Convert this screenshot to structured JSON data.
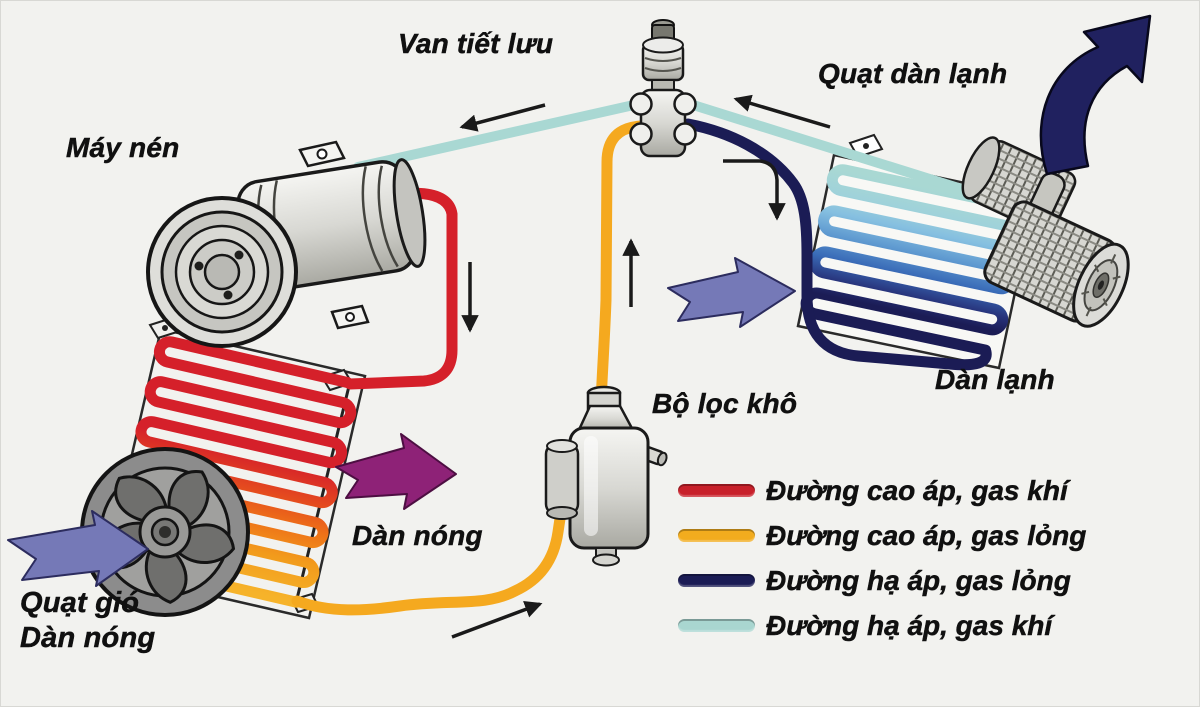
{
  "colors": {
    "bg": "#f2f2ef",
    "ink": "#111111",
    "pipe_high_gas": "#d5202a",
    "pipe_high_liquid": "#f5a91f",
    "pipe_low_liquid": "#1b1c55",
    "pipe_low_gas": "#a9d8d3",
    "coil_orange": "#ee7218",
    "airflow_cool": "#7579b7",
    "airflow_hot": "#8e2277",
    "airflow_out": "#20215f",
    "metal_light": "#f5f5f2",
    "metal_dark": "#a9a9a2",
    "fan_gray": "#8c8c8c"
  },
  "labels": {
    "expansion_valve": "Van tiết lưu",
    "evaporator_fan": "Quạt dàn lạnh",
    "compressor": "Máy nén",
    "evaporator": "Dàn lạnh",
    "dryer": "Bộ lọc khô",
    "condenser": "Dàn nóng",
    "condenser_fan_line1": "Quạt gió",
    "condenser_fan_line2": "Dàn nóng"
  },
  "legend": {
    "items": [
      {
        "label": "Đường cao áp, gas khí",
        "color": "#c8202a"
      },
      {
        "label": "Đường cao áp, gas lỏng",
        "color": "#f2ac1e"
      },
      {
        "label": "Đường hạ áp, gas lỏng",
        "color": "#1b1c55"
      },
      {
        "label": "Đường hạ áp, gas khí",
        "color": "#a9d6d0"
      }
    ]
  }
}
